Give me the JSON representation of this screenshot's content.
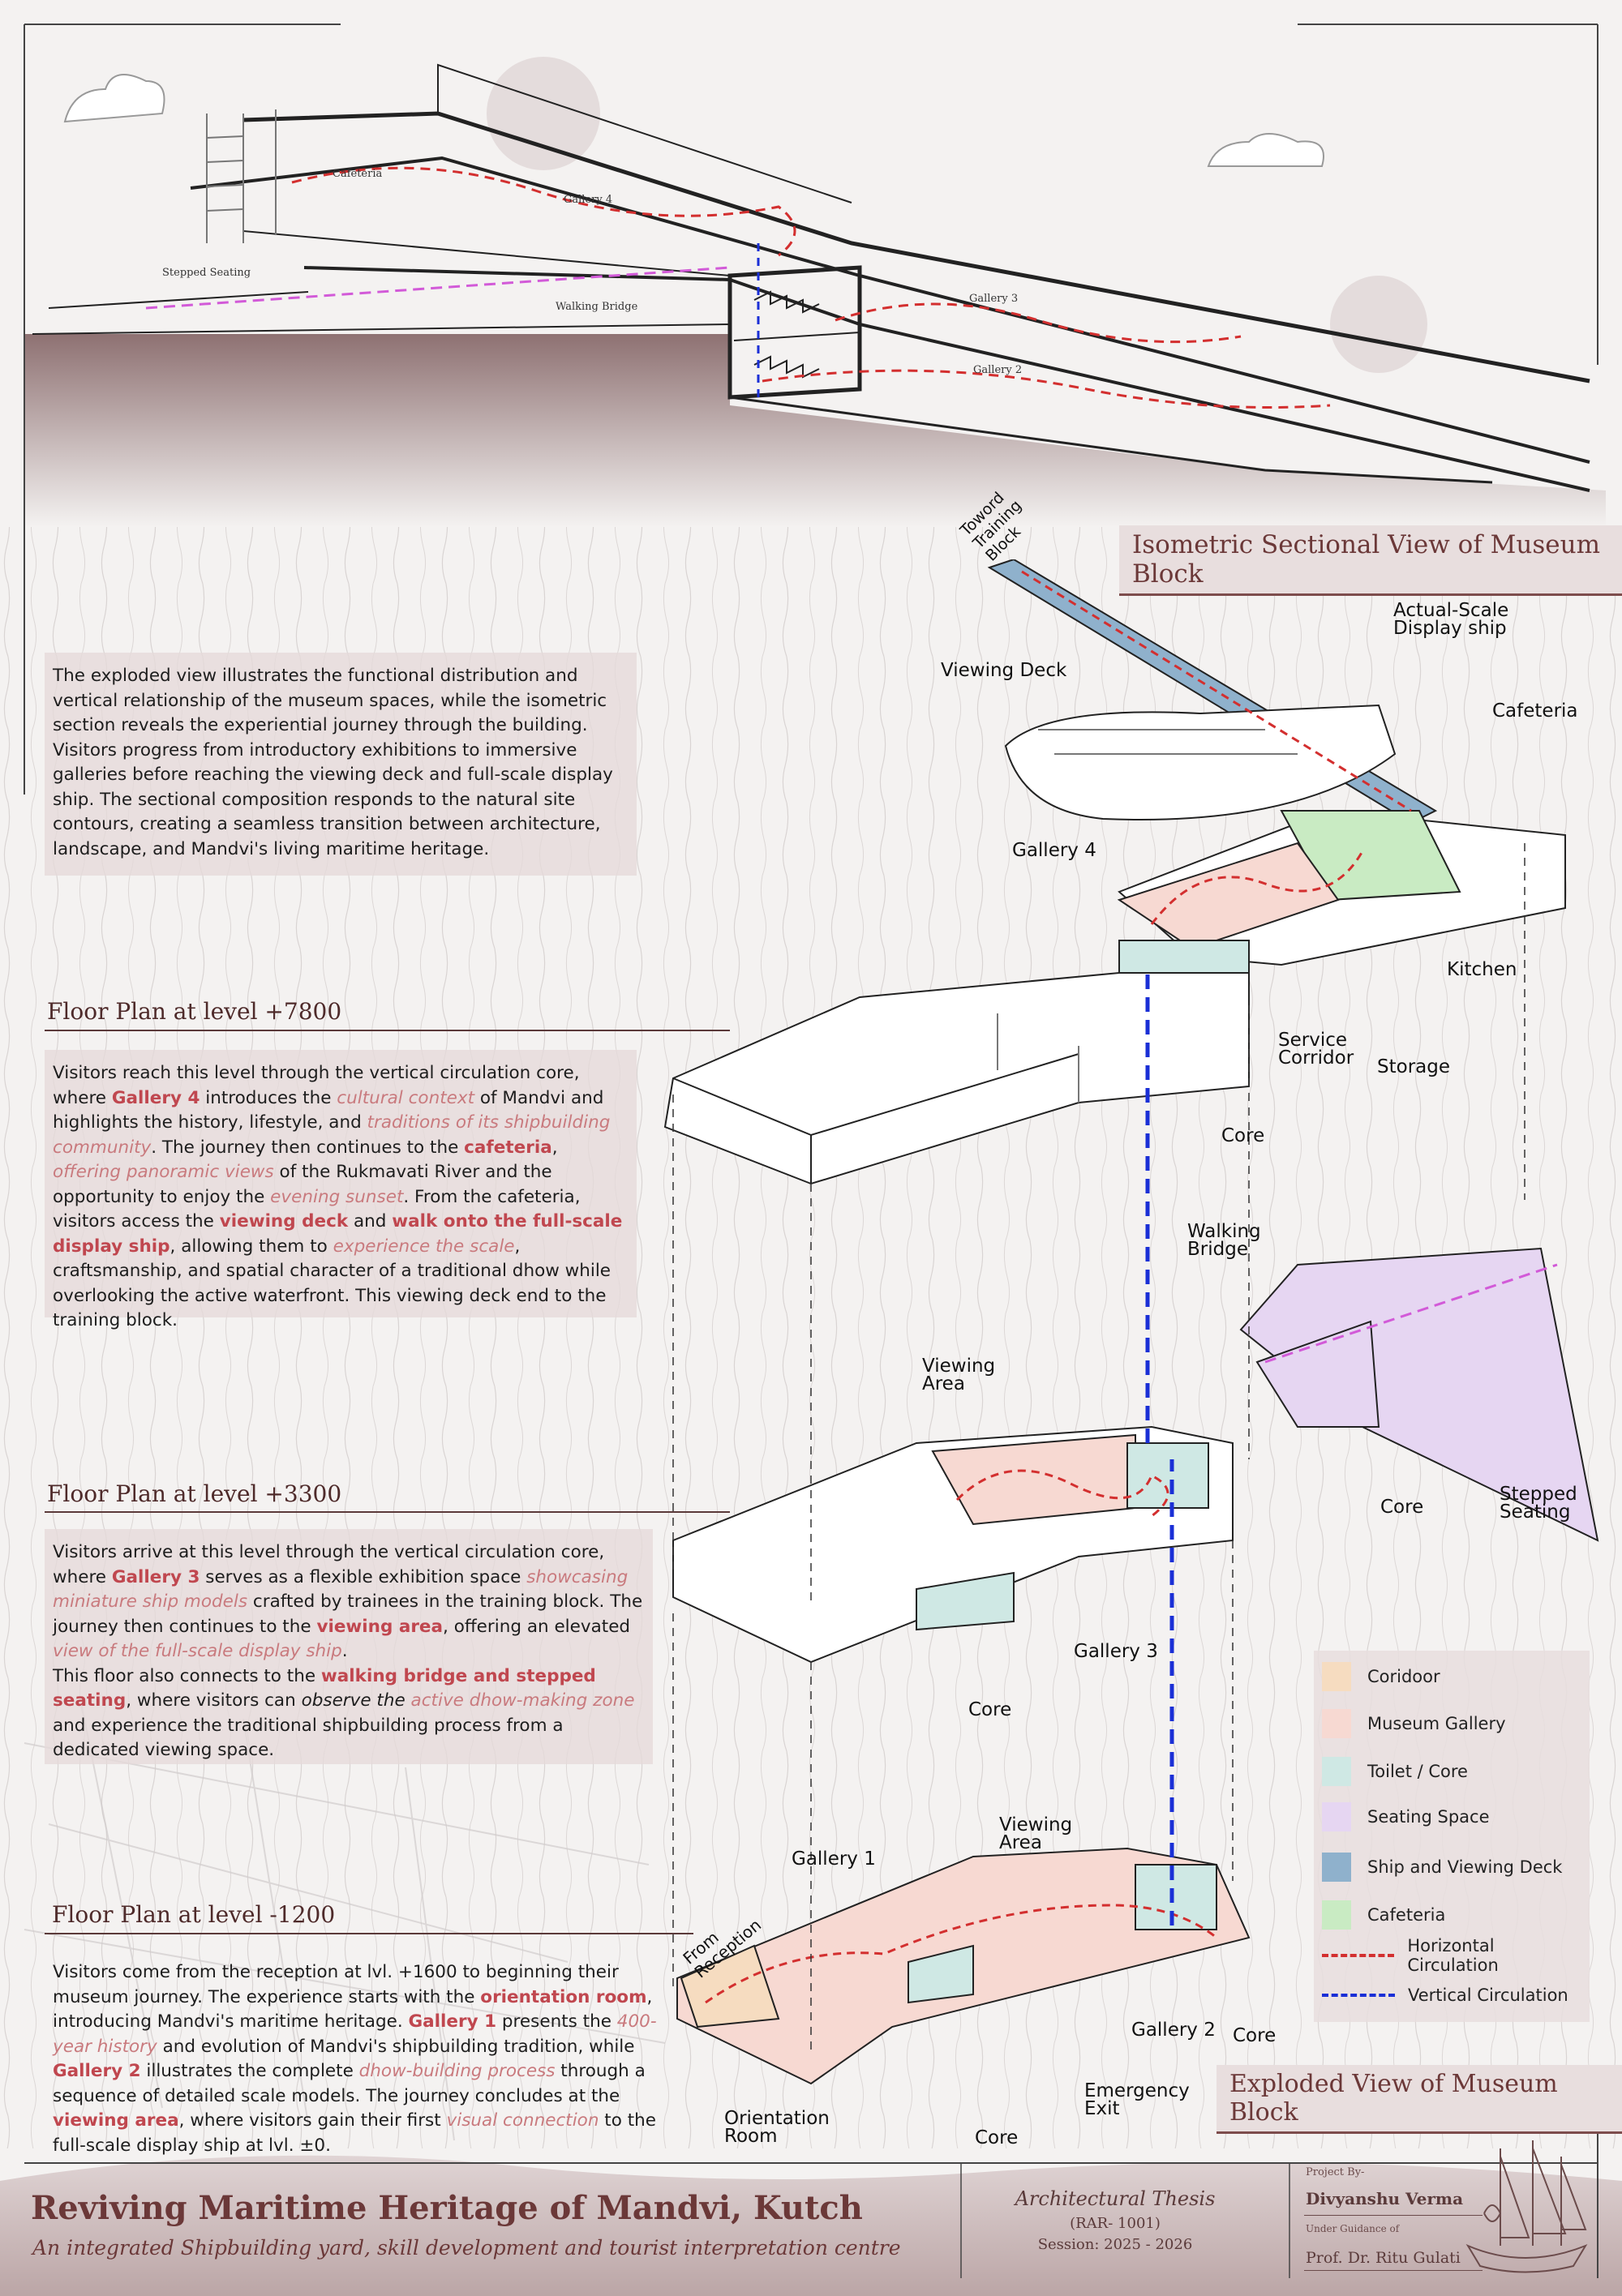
{
  "colors": {
    "accent": "#c0474f",
    "brand": "#6b3838",
    "ground": "#8e7172",
    "horizontal_circulation": "#d32f2f",
    "vertical_circulation": "#1a2fd6",
    "seating_path": "#d25ad8"
  },
  "section": {
    "title": "Isometric Sectional View of Museum Block",
    "labels": {
      "cafeteria": "Cafeteria",
      "gallery4": "Gallery 4",
      "gallery3": "Gallery 3",
      "gallery2": "Gallery 2",
      "stepped_seating": "Stepped Seating",
      "walking_bridge": "Walking Bridge"
    }
  },
  "intro": {
    "text": "The exploded view illustrates the functional distribution and vertical relationship of the museum spaces, while the isometric section reveals the experiential journey through the building. Visitors progress from introductory exhibitions to immersive galleries before reaching the viewing deck and full-scale display ship. The sectional composition responds to the natural site contours, creating a seamless transition between architecture, landscape, and Mandvi's living maritime heritage."
  },
  "floors": [
    {
      "title": "Floor Plan at level +7800",
      "parts": [
        {
          "t": "Visitors reach this level through the vertical circulation core, where ",
          "s": ""
        },
        {
          "t": "Gallery 4",
          "s": "hl"
        },
        {
          "t": " introduces the ",
          "s": ""
        },
        {
          "t": "cultural context",
          "s": "it"
        },
        {
          "t": " of Mandvi and highlights the history, lifestyle, and ",
          "s": ""
        },
        {
          "t": "traditions of its shipbuilding community",
          "s": "it"
        },
        {
          "t": ". The journey then continues to the ",
          "s": ""
        },
        {
          "t": "cafeteria",
          "s": "hl"
        },
        {
          "t": ", ",
          "s": ""
        },
        {
          "t": "offering panoramic views",
          "s": "it"
        },
        {
          "t": " of the Rukmavati River and the opportunity to enjoy the ",
          "s": ""
        },
        {
          "t": "evening sunset",
          "s": "it"
        },
        {
          "t": ". From the cafeteria, visitors access the ",
          "s": ""
        },
        {
          "t": "viewing deck",
          "s": "hl"
        },
        {
          "t": " and ",
          "s": ""
        },
        {
          "t": "walk onto the full-scale display ship",
          "s": "hl"
        },
        {
          "t": ", allowing them to ",
          "s": ""
        },
        {
          "t": "experience the scale",
          "s": "it"
        },
        {
          "t": ", craftsmanship, and spatial character of a traditional dhow while overlooking the active waterfront. This viewing deck end to the training block.",
          "s": ""
        }
      ]
    },
    {
      "title": "Floor Plan at level +3300",
      "parts": [
        {
          "t": "Visitors arrive at this level through the vertical circulation core, where ",
          "s": ""
        },
        {
          "t": "Gallery 3",
          "s": "hl"
        },
        {
          "t": " serves as a flexible exhibition space ",
          "s": ""
        },
        {
          "t": "showcasing miniature ship models",
          "s": "it"
        },
        {
          "t": " crafted by trainees in the training block. The journey then continues to the ",
          "s": ""
        },
        {
          "t": "viewing area",
          "s": "hl"
        },
        {
          "t": ", offering an elevated ",
          "s": ""
        },
        {
          "t": "view of the full-scale display ship",
          "s": "it"
        },
        {
          "t": ".\nThis floor also connects to the ",
          "s": ""
        },
        {
          "t": "walking bridge and stepped seating",
          "s": "hl"
        },
        {
          "t": ", where visitors can ",
          "s": ""
        },
        {
          "t": "observe the ",
          "s": "em"
        },
        {
          "t": "active dhow-making zone",
          "s": "it"
        },
        {
          "t": " and experience the traditional shipbuilding process from a dedicated viewing space.",
          "s": ""
        }
      ]
    },
    {
      "title": "Floor Plan at level -1200",
      "parts": [
        {
          "t": "Visitors come from the reception at lvl. +1600 to beginning their museum journey. The experience starts with the ",
          "s": ""
        },
        {
          "t": "orientation room",
          "s": "hl"
        },
        {
          "t": ", introducing Mandvi's maritime heritage. ",
          "s": ""
        },
        {
          "t": "Gallery 1",
          "s": "hl"
        },
        {
          "t": " presents the ",
          "s": ""
        },
        {
          "t": "400-year history",
          "s": "it"
        },
        {
          "t": " and evolution of Mandvi's shipbuilding tradition, while ",
          "s": ""
        },
        {
          "t": "Gallery 2",
          "s": "hl"
        },
        {
          "t": " illustrates the complete ",
          "s": ""
        },
        {
          "t": "dhow-building process",
          "s": "it"
        },
        {
          "t": " through a sequence of detailed scale models. The journey concludes at the ",
          "s": ""
        },
        {
          "t": "viewing area",
          "s": "hl"
        },
        {
          "t": ", where visitors gain their first ",
          "s": ""
        },
        {
          "t": "visual connection",
          "s": "it"
        },
        {
          "t": " to the full-scale display ship at lvl. ±0.",
          "s": ""
        }
      ]
    }
  ],
  "exploded": {
    "title": "Exploded View of Museum Block",
    "labels": {
      "toward_training": "Toword\nTraining\nBlock",
      "viewing_deck": "Viewing Deck",
      "display_ship": "Actual-Scale\nDisplay ship",
      "cafeteria": "Cafeteria",
      "gallery4": "Gallery 4",
      "kitchen": "Kitchen",
      "service_corridor": "Service\nCorridor",
      "storage": "Storage",
      "core": "Core",
      "walking_bridge": "Walking\nBridge",
      "viewing_area": "Viewing\nArea",
      "stepped_seating": "Stepped\nSeating",
      "gallery3": "Gallery 3",
      "gallery1": "Gallery 1",
      "gallery2": "Gallery 2",
      "from_reception": "From\nReception",
      "emergency_exit": "Emergency\nExit",
      "orientation_room": "Orientation\nRoom"
    }
  },
  "legend": [
    {
      "label": "Coridoor",
      "color": "#f6dcc0",
      "kind": "swatch"
    },
    {
      "label": "Museum Gallery",
      "color": "#f7d9d2",
      "kind": "swatch"
    },
    {
      "label": "Toilet / Core",
      "color": "#cfe8e4",
      "kind": "swatch"
    },
    {
      "label": "Seating Space",
      "color": "#e6d6f2",
      "kind": "swatch"
    },
    {
      "label": "Ship and Viewing Deck",
      "color": "#8fb1cc",
      "kind": "swatch"
    },
    {
      "label": "Cafeteria",
      "color": "#c9ebc3",
      "kind": "swatch"
    },
    {
      "label": "Horizontal Circulation",
      "color": "#d32f2f",
      "kind": "line"
    },
    {
      "label": "Vertical Circulation",
      "color": "#1a2fd6",
      "kind": "line"
    }
  ],
  "footer": {
    "title": "Reviving Maritime Heritage of Mandvi, Kutch",
    "subtitle": "An integrated Shipbuilding yard, skill development and tourist interpretation centre",
    "thesis": "Architectural Thesis",
    "code": "(RAR- 1001)",
    "session": "Session: 2025 - 2026",
    "project_by_label": "Project By-",
    "author": "Divyanshu Verma",
    "guidance_label": "Under Guidance of",
    "guide": "Prof. Dr. Ritu Gulati"
  }
}
